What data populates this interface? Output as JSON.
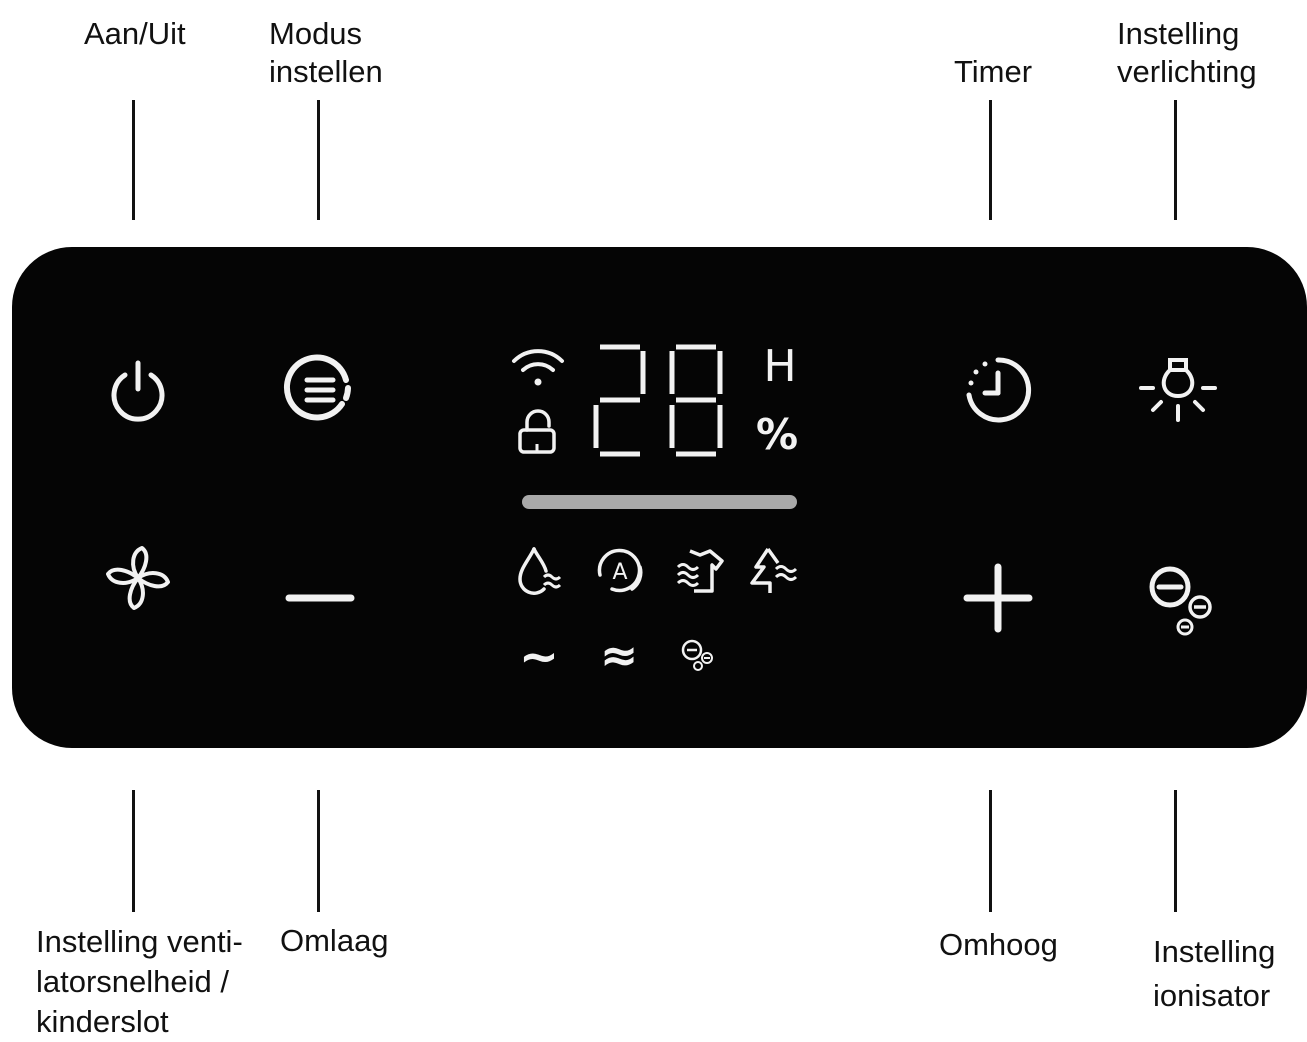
{
  "labels": {
    "power": "Aan/Uit",
    "mode": "Modus\ninstellen",
    "timer": "Timer",
    "light": "Instelling\nverlichting",
    "fan": "Instelling venti-\nlatorsnelheid /\nkinderslot",
    "down": "Omlaag",
    "up": "Omhoog",
    "ionizer": "Instelling\nionisator"
  },
  "display": {
    "digits": "28",
    "unit_top": "H",
    "unit_bottom": "%",
    "wave_single": "~",
    "wave_double": "≈"
  },
  "colors": {
    "panel": "#050505",
    "icon": "#f2f2f2",
    "progress_bar": "#a9a9a9"
  },
  "icons": {
    "power": "power-icon",
    "mode": "mode-menu-icon",
    "timer": "timer-icon",
    "light": "light-bulb-icon",
    "fan": "fan-icon",
    "down": "minus-icon",
    "up": "plus-icon",
    "ionizer": "ionizer-icon",
    "wifi": "wifi-icon",
    "lock": "lock-icon",
    "dehumidify": "droplet-icon",
    "auto": "auto-mode-icon",
    "laundry": "laundry-dry-icon",
    "purify": "tree-air-icon"
  }
}
